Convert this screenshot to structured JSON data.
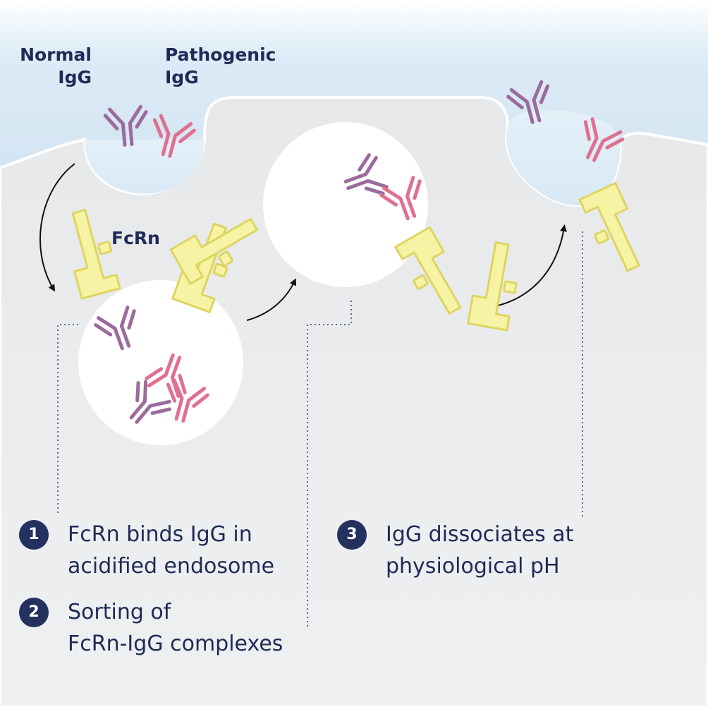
{
  "labels": {
    "normal_igg": [
      "Normal",
      "IgG"
    ],
    "pathogenic_igg": [
      "Pathogenic",
      "IgG"
    ],
    "fcrn": "FcRn"
  },
  "steps": [
    {
      "number": "1",
      "lines": [
        "FcRn binds IgG in",
        "acidified endosome"
      ]
    },
    {
      "number": "2",
      "lines": [
        "Sorting of",
        "FcRn-IgG complexes"
      ]
    },
    {
      "number": "3",
      "lines": [
        "IgG dissociates at",
        "physiological pH"
      ]
    }
  ],
  "colors": {
    "cell": "#e9ebed",
    "extracellular": "#e3f0f9",
    "endosome": "#ffffff",
    "normal_igg": "#9a6b9c",
    "pathogenic_igg": "#e0708f",
    "fcrn_fill": "#f7f3a4",
    "fcrn_stroke": "#ddd560",
    "text": "#1f2a55",
    "badge": "#24305e"
  }
}
